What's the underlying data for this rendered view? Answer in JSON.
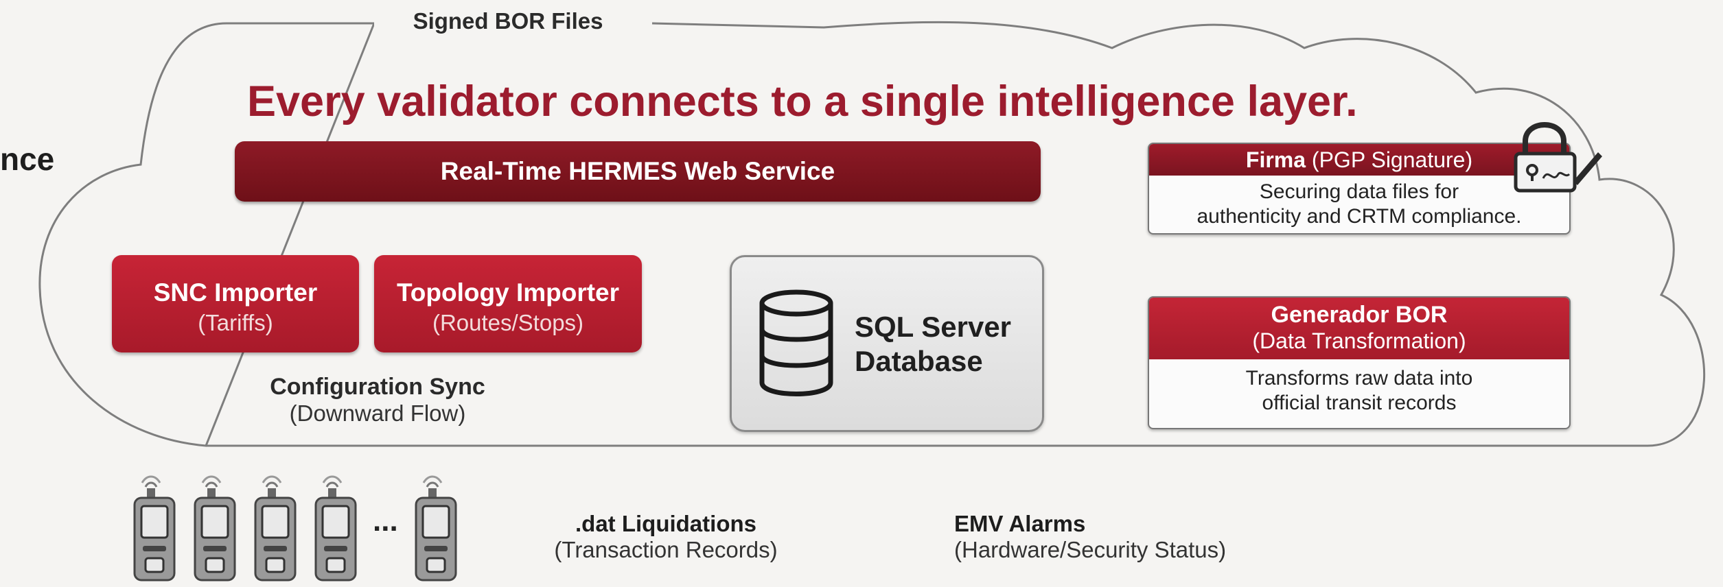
{
  "top_label": "Signed BOR Files",
  "side_text": "nce",
  "headline": "Every validator connects to a single intelligence layer.",
  "hermes": {
    "label": "Real-Time HERMES Web Service"
  },
  "importers": [
    {
      "title": "SNC Importer",
      "subtitle": "(Tariffs)"
    },
    {
      "title": "Topology Importer",
      "subtitle": "(Routes/Stops)"
    }
  ],
  "config_sync": {
    "title": "Configuration Sync",
    "subtitle": "(Downward Flow)"
  },
  "database": {
    "line1": "SQL Server",
    "line2": "Database",
    "icon": "database-icon"
  },
  "firma": {
    "title_bold": "Firma",
    "title_rest": " (PGP Signature)",
    "body_line1": "Securing data files for",
    "body_line2": "authenticity and CRTM compliance.",
    "icon": "padlock-signature-icon"
  },
  "generador": {
    "title": "Generador BOR",
    "subtitle": "(Data Transformation)",
    "body_line1": "Transforms raw data into",
    "body_line2": "official transit records"
  },
  "validators": {
    "ellipsis": "...",
    "icon": "validator-device-icon"
  },
  "liquidations": {
    "title": ".dat Liquidations",
    "subtitle": "(Transaction Records)"
  },
  "emv": {
    "title": "EMV Alarms",
    "subtitle": "(Hardware/Security Status)"
  },
  "colors": {
    "accent_red": "#c72436",
    "dark_red": "#7a1420",
    "headline_red": "#9c1c2e"
  }
}
